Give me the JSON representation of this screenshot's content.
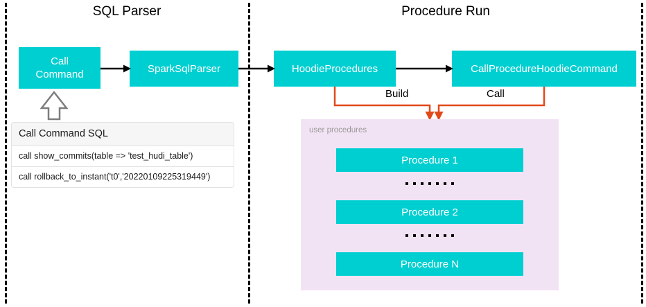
{
  "sections": {
    "left": {
      "title": "SQL Parser"
    },
    "right": {
      "title": "Procedure Run"
    }
  },
  "nodes": {
    "call_command": "Call\nCommand",
    "call_command_line1": "Call",
    "call_command_line2": "Command",
    "spark_sql_parser": "SparkSqlParser",
    "hoodie_procedures": "HoodieProcedures",
    "call_procedure_hoodie_command": "CallProcedureHoodieCommand"
  },
  "sql_table": {
    "header": "Call Command SQL",
    "rows": [
      "call show_commits(table => 'test_hudi_table')",
      "call rollback_to_instant('t0','20220109225319449')"
    ]
  },
  "connectors": {
    "build_label": "Build",
    "call_label": "Call"
  },
  "user_procedures": {
    "label": "user procedures",
    "items": [
      "Procedure 1",
      "Procedure 2",
      "Procedure N"
    ],
    "ellipsis": "......."
  },
  "colors": {
    "teal": "#00CFD1",
    "panel_purple": "#f2e3f4",
    "connector_orange": "#e2491a",
    "divider_black": "#000000",
    "label_gray": "#9a9a9a"
  }
}
